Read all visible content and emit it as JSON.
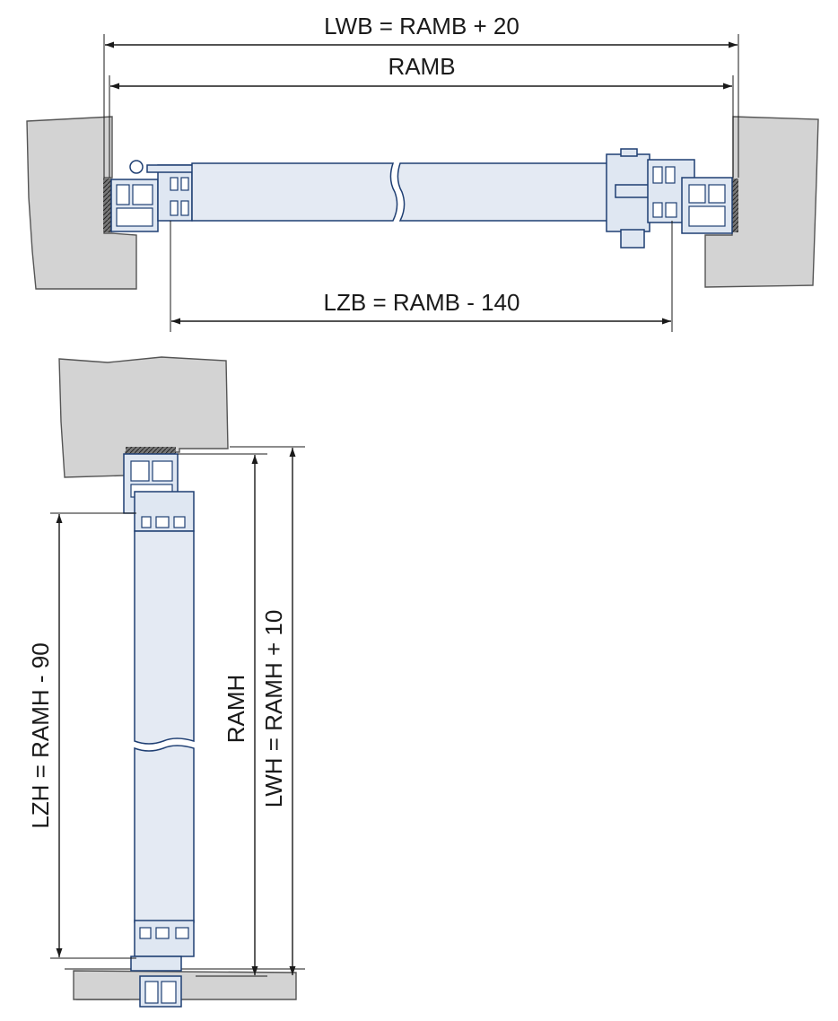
{
  "labels": {
    "lwb": "LWB = RAMB + 20",
    "ramb": "RAMB",
    "lzb": "LZB = RAMB - 140",
    "lzh": "LZH = RAMH - 90",
    "ramh": "RAMH",
    "lwh": "LWH = RAMH + 10"
  },
  "colors": {
    "profile": "#1f3f73",
    "panel_fill": "#e4eaf3",
    "wall": "#d3d3d3",
    "dimension": "#1a1a1a"
  }
}
